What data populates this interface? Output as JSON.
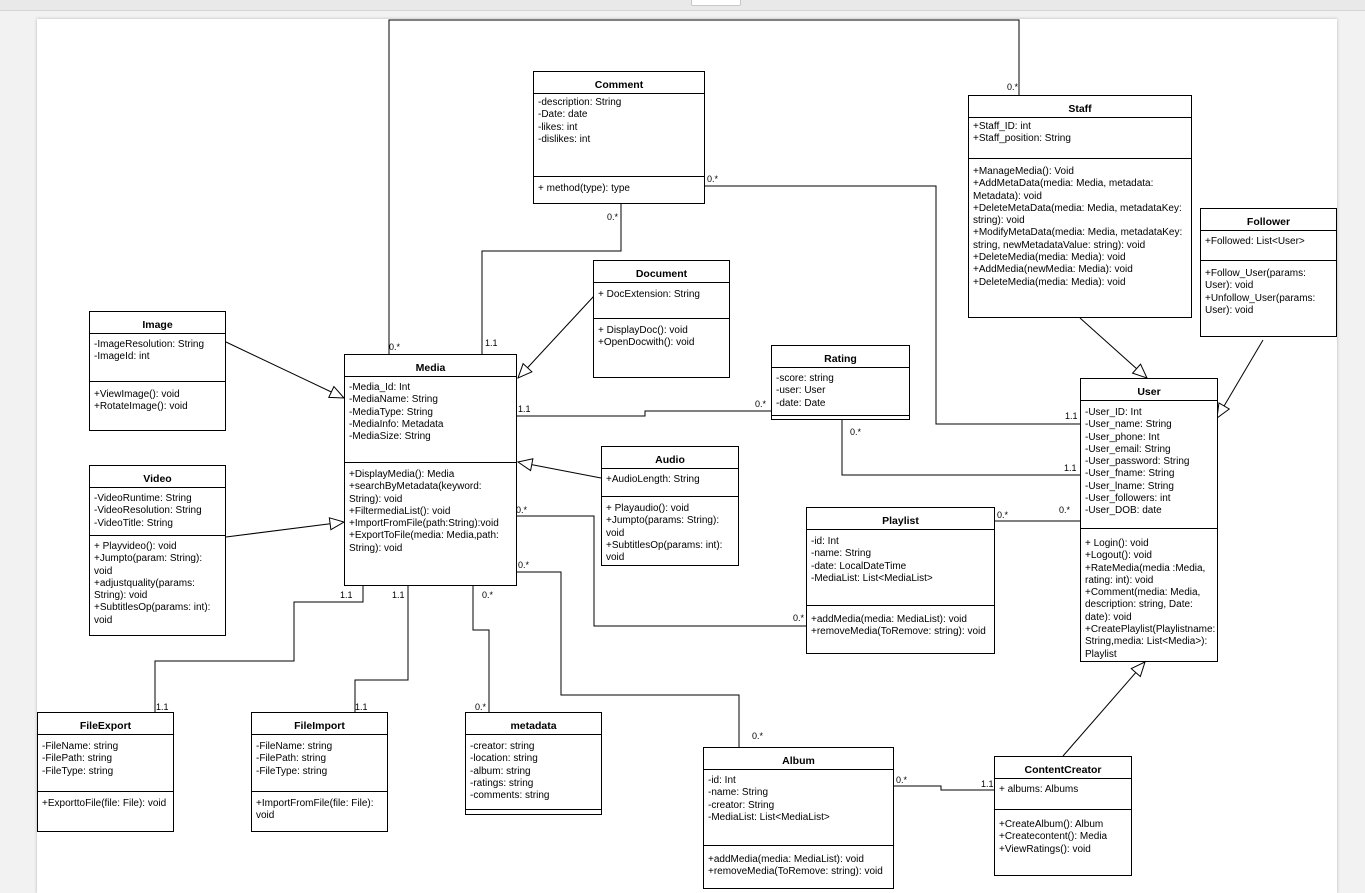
{
  "classes": {
    "comment": {
      "name": "Comment",
      "attributes": [
        "-description: String",
        "-Date: date",
        "-likes: int",
        "-dislikes: int"
      ],
      "methods": [
        "+ method(type): type"
      ]
    },
    "staff": {
      "name": "Staff",
      "attributes": [
        "+Staff_ID: int",
        "+Staff_position: String"
      ],
      "methods": [
        "+ManageMedia(): Void",
        "+AddMetaData(media: Media, metadata: Metadata): void",
        "+DeleteMetaData(media: Media, metadataKey: string): void",
        "+ModifyMetaData(media: Media, metadataKey: string, newMetadataValue: string): void",
        "+DeleteMedia(media: Media): void",
        "+AddMedia(newMedia: Media): void",
        "+DeleteMedia(media: Media): void"
      ]
    },
    "follower": {
      "name": "Follower",
      "attributes": [
        "+Followed: List<User>"
      ],
      "methods": [
        "+Follow_User(params: User): void",
        "+Unfollow_User(params: User): void"
      ]
    },
    "document": {
      "name": "Document",
      "attributes": [
        "+ DocExtension: String"
      ],
      "methods": [
        "+ DisplayDoc(): void",
        "+OpenDocwith(): void"
      ]
    },
    "image": {
      "name": "Image",
      "attributes": [
        "-ImageResolution: String",
        "-ImageId: int"
      ],
      "methods": [
        "+ViewImage(): void",
        "+RotateImage(): void"
      ]
    },
    "media": {
      "name": "Media",
      "attributes": [
        "-Media_Id: Int",
        "-MediaName: String",
        "-MediaType: String",
        "-MediaInfo: Metadata",
        "-MediaSize: String"
      ],
      "methods": [
        "+DisplayMedia(): Media",
        "+searchByMetadata(keyword: String): void",
        "+FiltermediaList(): void",
        "+ImportFromFile(path:String):void",
        "+ExportToFile(media: Media,path: String): void"
      ]
    },
    "rating": {
      "name": "Rating",
      "attributes": [
        "-score: string",
        "-user: User",
        "-date: Date"
      ],
      "methods": []
    },
    "user": {
      "name": "User",
      "attributes": [
        "-User_ID: Int",
        "-User_name: String",
        "-User_phone: Int",
        "-User_email: String",
        "-User_password: String",
        "-User_fname: String",
        "-User_lname: String",
        "-User_followers: int",
        "-User_DOB: date"
      ],
      "methods": [
        "+ Login(): void",
        "+Logout(): void",
        "+RateMedia(media :Media, rating: int): void",
        "+Comment(media: Media, description: string, Date: date): void",
        "+CreatePlaylist(Playlistname: String,media: List<Media>): Playlist"
      ]
    },
    "video": {
      "name": "Video",
      "attributes": [
        "-VideoRuntime: String",
        "-VideoResolution: String",
        "-VideoTitle: String"
      ],
      "methods": [
        "+ Playvideo(): void",
        "+Jumpto(param: String): void",
        "+adjustquality(params: String): void",
        "+SubtitlesOp(params: int): void"
      ]
    },
    "audio": {
      "name": "Audio",
      "attributes": [
        "+AudioLength: String"
      ],
      "methods": [
        "+ Playaudio(): void",
        "+Jumpto(params: String): void",
        "+SubtitlesOp(params: int): void"
      ]
    },
    "playlist": {
      "name": "Playlist",
      "attributes": [
        "-id: Int",
        "-name: String",
        "-date: LocalDateTime",
        "-MediaList: List<MediaList>"
      ],
      "methods": [
        "+addMedia(media: MediaList): void",
        "+removeMedia(ToRemove: string): void"
      ]
    },
    "fileexport": {
      "name": "FileExport",
      "attributes": [
        "-FileName: string",
        "-FilePath: string",
        "-FileType: string"
      ],
      "methods": [
        "+ExporttoFile(file: File): void"
      ]
    },
    "fileimport": {
      "name": "FileImport",
      "attributes": [
        "-FileName: string",
        "-FilePath: string",
        "-FileType: string"
      ],
      "methods": [
        "+ImportFromFile(file: File): void"
      ]
    },
    "metadata": {
      "name": "metadata",
      "attributes": [
        "-creator: string",
        "-location: string",
        "-album: string",
        "-ratings: string",
        "-comments: string"
      ],
      "methods": []
    },
    "album": {
      "name": "Album",
      "attributes": [
        "-id: Int",
        "-name: String",
        "-creator: String",
        "-MediaList: List<MediaList>"
      ],
      "methods": [
        "+addMedia(media: MediaList): void",
        "+removeMedia(ToRemove: string): void"
      ]
    },
    "contentcreator": {
      "name": "ContentCreator",
      "attributes": [
        "+ albums: Albums"
      ],
      "methods": [
        "+CreateAlbum(): Album",
        "+Createcontent(): Media",
        "+ViewRatings(): void"
      ]
    }
  },
  "multiplicities": {
    "staff_top": "0.*",
    "media_topleft": "0.*",
    "comment_bottom": "0.*",
    "media_comment": "1.1",
    "comment_right": "0.*",
    "user_comment": "1.1",
    "media_rating": "1.1",
    "rating_left": "0.*",
    "rating_bottom": "0.*",
    "user_rating": "1.1",
    "media_playlist": "0.*",
    "playlist_left": "0.*",
    "playlist_right": "0.*",
    "user_playlist": "0.*",
    "media_album": "0.*",
    "album_top": "0.*",
    "media_fileexport": "1.1",
    "fileexport_top": "1.1",
    "media_fileimport": "1.1",
    "fileimport_top": "1.1",
    "media_metadata": "0.*",
    "metadata_top": "0.*",
    "album_cc": "0.*",
    "cc_album": "1.1"
  }
}
